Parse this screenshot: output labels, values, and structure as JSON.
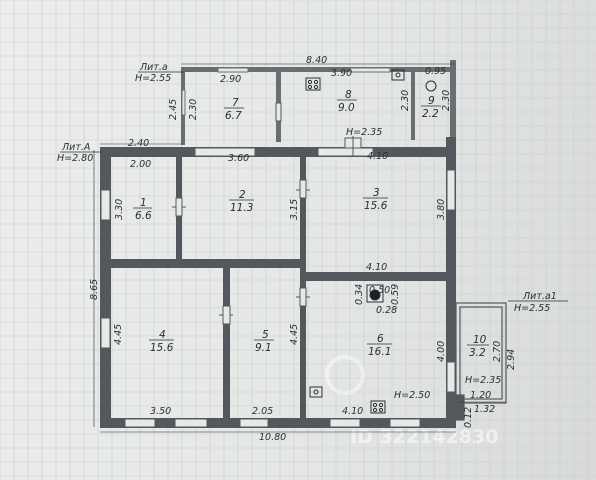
{
  "litera_main": {
    "title": "Лит.А",
    "height": "H=2.80"
  },
  "litera_a": {
    "title": "Лит.а",
    "height": "H=2.55"
  },
  "litera_a1": {
    "title": "Лит.а1",
    "height": "H=2.55"
  },
  "ceiling_heights": {
    "main_mid": "H=2.35",
    "room6": "H=2.50",
    "room10": "H=2.35"
  },
  "rooms": [
    {
      "num": "1",
      "area": "6.6"
    },
    {
      "num": "2",
      "area": "11.3"
    },
    {
      "num": "3",
      "area": "15.6"
    },
    {
      "num": "4",
      "area": "15.6"
    },
    {
      "num": "5",
      "area": "9.1"
    },
    {
      "num": "6",
      "area": "16.1"
    },
    {
      "num": "7",
      "area": "6.7"
    },
    {
      "num": "8",
      "area": "9.0"
    },
    {
      "num": "9",
      "area": "2.2"
    },
    {
      "num": "10",
      "area": "3.2"
    }
  ],
  "dimensions": {
    "top_a_total": "8.40",
    "r7_width": "2.90",
    "r8_width": "3.90",
    "r9_width": "0.95",
    "r7_height": "2.30",
    "r7_side": "2.45",
    "r8_height": "2.30",
    "r9_height": "2.30",
    "top_left": "2.40",
    "r1_width": "2.00",
    "r2_width": "3.60",
    "r3_top": "4.10",
    "r1_height": "3.30",
    "r2_height": "3.15",
    "r3_height": "3.80",
    "r3_bottom": "4.10",
    "left_total": "8.65",
    "r4_height": "4.45",
    "r5_height": "4.45",
    "r6_height": "4.00",
    "stove_a": "0.34",
    "stove_b": "0.50",
    "stove_c": "0.59",
    "stove_d": "0.28",
    "r4_bottom": "3.50",
    "r5_bottom": "2.05",
    "r6_bottom": "4.10",
    "bottom_total": "10.80",
    "r10_h1": "2.70",
    "r10_h2": "2.94",
    "r10_w": "1.20",
    "r10_w2": "1.32",
    "r10_small": "0.12"
  },
  "watermark": "ID 322142830"
}
